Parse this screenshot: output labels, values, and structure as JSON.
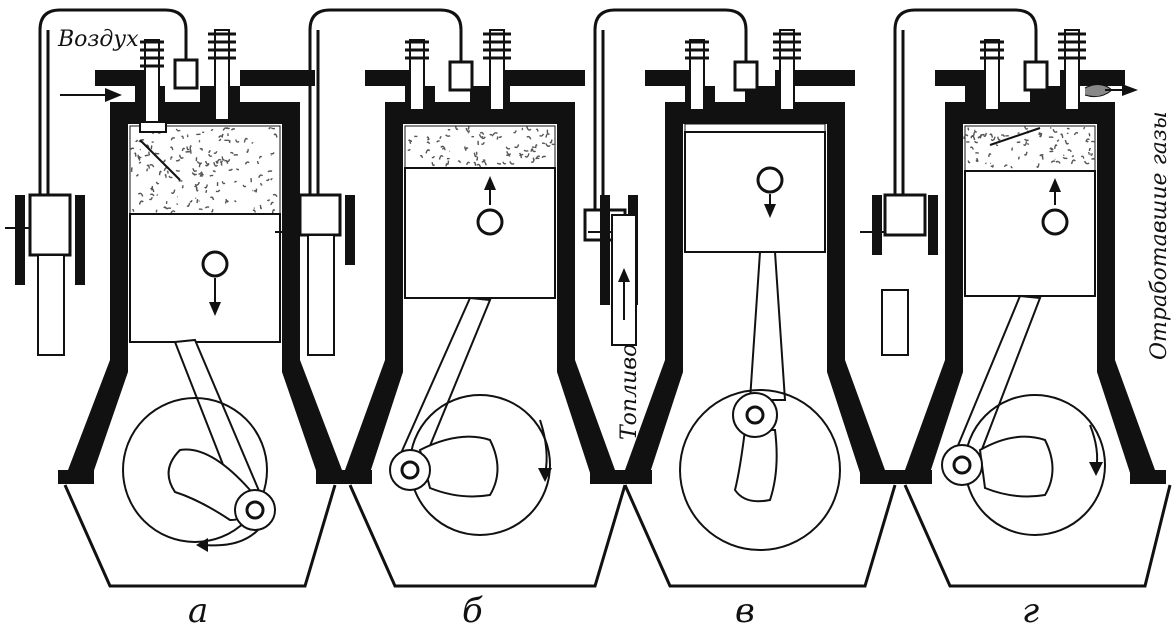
{
  "labels": {
    "air": "Воздух",
    "fuel": "Топливо",
    "exhaust": "Отработавшие газы"
  },
  "panels": [
    {
      "id": "a",
      "label": "а",
      "piston": "bottom",
      "arrow": "down",
      "charge": "full"
    },
    {
      "id": "b",
      "label": "б",
      "piston": "top",
      "arrow": "up",
      "charge": "compressed"
    },
    {
      "id": "v",
      "label": "в",
      "piston": "top",
      "arrow": "down",
      "charge": "burning"
    },
    {
      "id": "g",
      "label": "г",
      "piston": "top",
      "arrow": "up",
      "charge": "exhaust"
    }
  ],
  "colors": {
    "ink": "#111111",
    "paper": "#ffffff",
    "speckle": "#555555"
  }
}
